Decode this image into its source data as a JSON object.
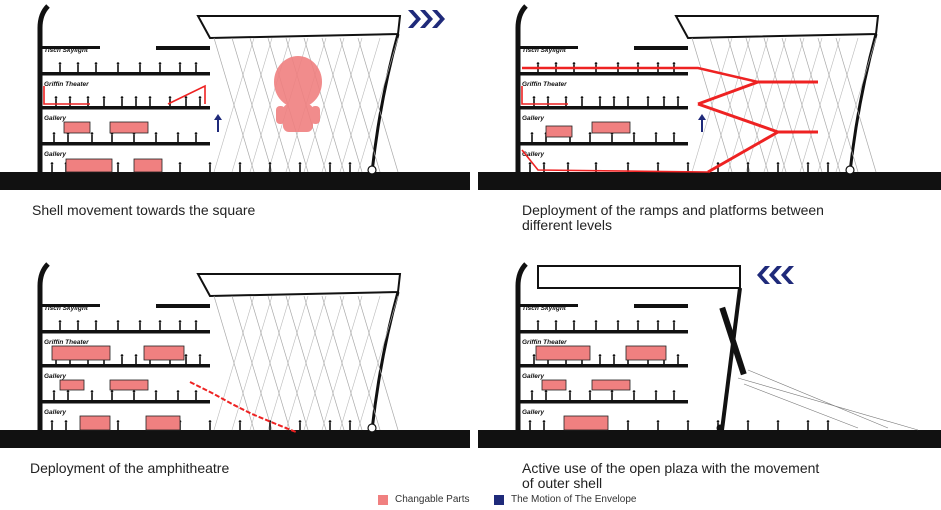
{
  "colors": {
    "changeable": "#f08080",
    "envelope": "#1f2a7a",
    "line": "#111111"
  },
  "floor_labels": [
    "Tisch Skylight",
    "Griffin Theater",
    "Gallery",
    "Gallery"
  ],
  "panels": [
    {
      "caption_lines": [
        "Shell movement towards the square"
      ],
      "icon": "chevron-right-icon"
    },
    {
      "caption_lines": [
        "Deployment of the ramps and platforms between",
        "different levels"
      ]
    },
    {
      "caption_lines": [
        "Deployment of the amphitheatre"
      ]
    },
    {
      "caption_lines": [
        "Active use of the open plaza with the movement",
        "of outer shell"
      ],
      "icon": "chevron-left-icon"
    }
  ],
  "legend": {
    "changeable": "Changable Parts",
    "envelope": "The Motion of The Envelope"
  }
}
